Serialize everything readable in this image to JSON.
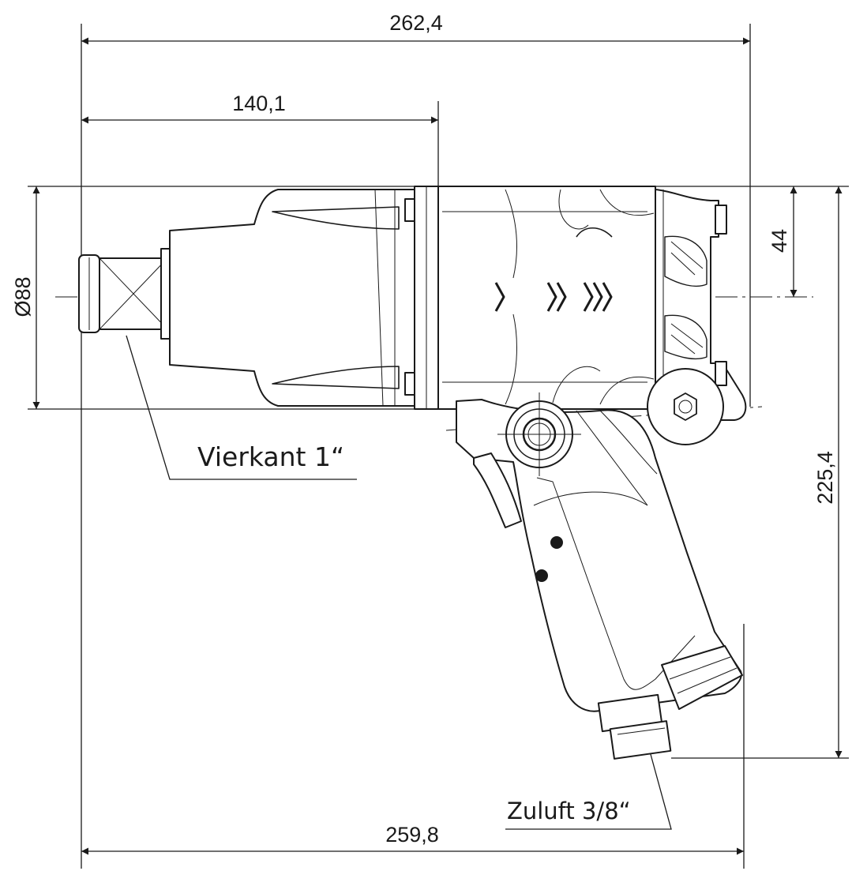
{
  "drawing": {
    "dimensions": {
      "overall_length": "262,4",
      "front_length": "140,1",
      "head_diameter": "Ø88",
      "axis_offset": "44",
      "overall_height": "225,4",
      "base_length": "259,8"
    },
    "callouts": {
      "square_drive": "Vierkant 1“",
      "air_inlet": "Zuluft 3/8“"
    },
    "colors": {
      "line": "#1a1a1a",
      "background": "#ffffff"
    }
  }
}
